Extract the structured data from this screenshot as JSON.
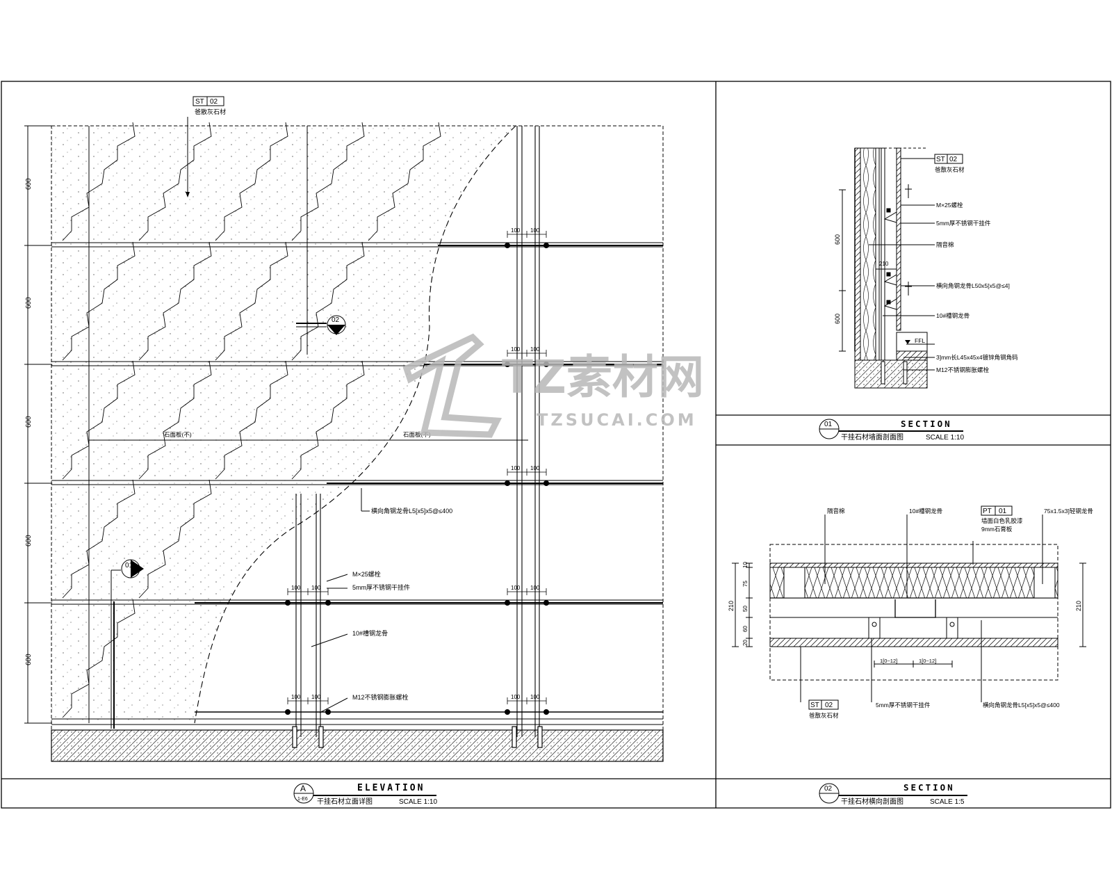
{
  "watermark": {
    "brand": "TZ素材网",
    "domain": "TZSUCAI.COM"
  },
  "elevation": {
    "material_tag": {
      "code": "ST",
      "num": "02",
      "name": "爸散灰石材"
    },
    "dims": [
      "600",
      "600",
      "600",
      "600",
      "600"
    ],
    "spacing": "100",
    "callout_02": "02",
    "callout_01": "01",
    "hidden_label_1": "石面板(不)",
    "hidden_label_2": "石面板(不)",
    "angle_note": "横向角钢龙骨L5[x5]x5@≤400",
    "bolt_note": "M×25螺栓",
    "plate_note": "5mm厚不锈钢干挂件",
    "channel_note": "10#槽钢龙骨",
    "anchor_note": "M12不锈钢膨胀螺栓",
    "title": "ELEVATION",
    "subtitle": "干挂石材立面详图",
    "scale": "SCALE 1:10",
    "ref_letter": "A",
    "ref_sheet": "1-E6"
  },
  "section1": {
    "material_tag": {
      "code": "ST",
      "num": "02",
      "name": "爸散灰石材"
    },
    "bolt_note": "M×25螺栓",
    "plate_note": "5mm厚不锈钢干挂件",
    "insulation_note": "隔音棉",
    "angle_note": "横向角钢龙骨L50x5[x5@≤4]",
    "channel_note": "10#槽钢龙骨",
    "ffl": "FFL",
    "base_note": "3]mm长L45x45x4镀锌角钢角码",
    "anchor_note": "M12不锈钢膨胀螺栓",
    "dims": [
      "600",
      "600"
    ],
    "dim_small": "210",
    "title": "SECTION",
    "subtitle": "干挂石材墙面剖面图",
    "scale": "SCALE 1:10",
    "ref_num": "01"
  },
  "section2": {
    "insulation_note": "隔音棉",
    "channel_note": "10#槽钢龙骨",
    "paint_tag": {
      "code": "PT",
      "num": "01"
    },
    "paint_name": "墙面白色乳胶漆",
    "board_name": "9mm石膏板",
    "stud_note": "75x1.5x3]轻钢龙骨",
    "stone_tag": {
      "code": "ST",
      "num": "02",
      "name": "爸散灰石材"
    },
    "plate_note": "5mm厚不锈钢干挂件",
    "angle_note": "横向角钢龙骨L5[x5]x5@≤400",
    "left_dims": [
      "10",
      "75",
      "50",
      "60",
      "20"
    ],
    "total_dim": "210",
    "bottom_dims": [
      "1[0~12]",
      "1[0~12]"
    ],
    "title": "SECTION",
    "subtitle": "干挂石材横向剖面图",
    "scale": "SCALE 1:5",
    "ref_num": "02"
  }
}
